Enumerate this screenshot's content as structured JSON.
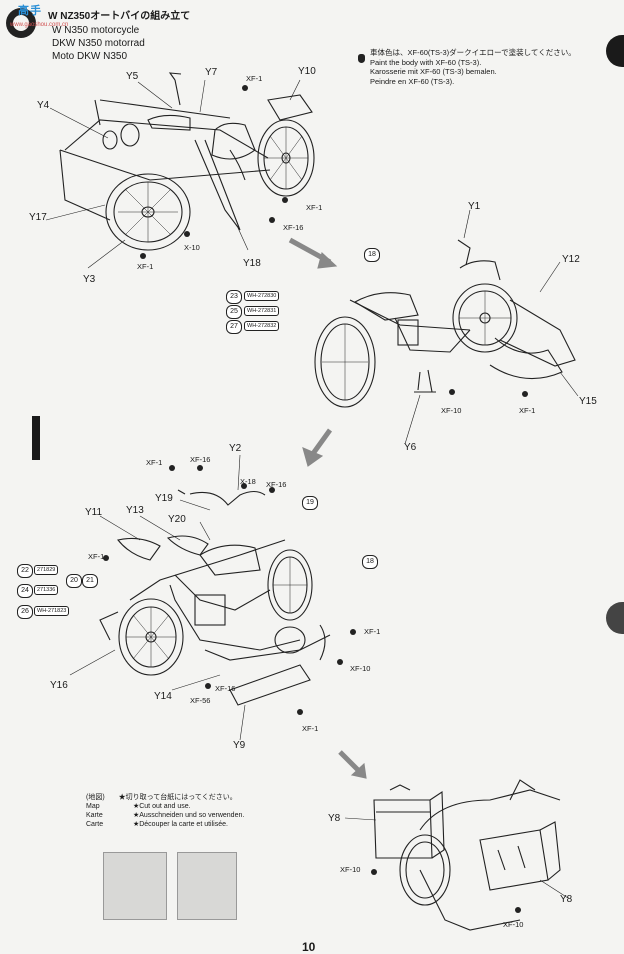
{
  "header": {
    "watermark": "高手",
    "watermark_url": "www.gaoshou.com.cn",
    "title_jp": "W NZ350オートバイの組み立て",
    "title_en": "W N350 motorcycle",
    "title_de": "DKW N350 motorrad",
    "title_fr": "Moto DKW N350"
  },
  "paint_note": {
    "jp": "車体色は、XF-60(TS-3)ダークイエローで塗装してください。",
    "en": "Paint the body with XF-60 (TS-3).",
    "de": "Karosserie mit XF-60 (TS-3) bemalen.",
    "fr": "Peindre en XF-60 (TS-3)."
  },
  "step1": {
    "labels": [
      "Y5",
      "Y7",
      "Y10",
      "Y4",
      "Y17",
      "Y3",
      "Y18"
    ],
    "paints": [
      "XF-1",
      "XF-1",
      "XF-16",
      "X-10",
      "XF-1"
    ]
  },
  "step2": {
    "labels": [
      "Y1",
      "Y12",
      "Y15",
      "Y6"
    ],
    "paints": [
      "XF-10",
      "XF-1"
    ],
    "decal_numbers": [
      "18",
      "23",
      "25",
      "27"
    ],
    "decal_tags": [
      "WH-272830",
      "WH-272831",
      "WH-272832"
    ]
  },
  "step3": {
    "labels": [
      "Y2",
      "Y19",
      "Y11",
      "Y13",
      "Y20",
      "Y16",
      "Y14",
      "Y9"
    ],
    "paints": [
      "XF-1",
      "XF-16",
      "X-18",
      "XF-16",
      "XF-1",
      "XF-1",
      "XF-10",
      "XF-16",
      "XF-56",
      "XF-1"
    ],
    "decal_numbers": [
      "19",
      "18",
      "22",
      "20",
      "21",
      "24",
      "26"
    ],
    "plates": [
      "271829",
      "271336",
      "WH-271823"
    ]
  },
  "step4": {
    "labels": [
      "Y8",
      "Y8"
    ],
    "paints": [
      "XF-10",
      "XF-10"
    ]
  },
  "map_note": {
    "jp_title": "(地図)",
    "jp_text": "★切り取って台紙にはってください。",
    "rows": [
      {
        "lang": "Map",
        "text": "★Cut out and use."
      },
      {
        "lang": "Karte",
        "text": "★Ausschneiden und so verwenden."
      },
      {
        "lang": "Carte",
        "text": "★Découper la carte et utilisée."
      }
    ]
  },
  "page_number": "10"
}
